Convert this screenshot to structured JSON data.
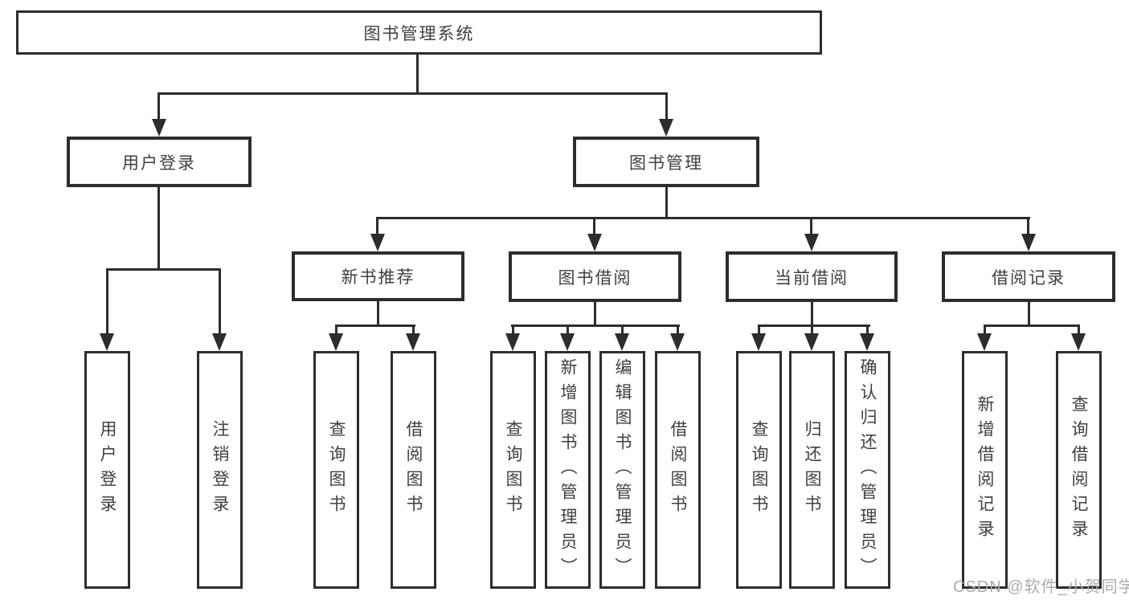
{
  "tree": {
    "label": "图书管理系统",
    "children": [
      {
        "label": "用户登录",
        "children": [
          {
            "label": "用户登录"
          },
          {
            "label": "注销登录"
          }
        ]
      },
      {
        "label": "图书管理",
        "children": [
          {
            "label": "新书推荐",
            "children": [
              {
                "label": "查询图书"
              },
              {
                "label": "借阅图书"
              }
            ]
          },
          {
            "label": "图书借阅",
            "children": [
              {
                "label": "查询图书"
              },
              {
                "label": "新增图书（管理员）"
              },
              {
                "label": "编辑图书（管理员）"
              },
              {
                "label": "借阅图书"
              }
            ]
          },
          {
            "label": "当前借阅",
            "children": [
              {
                "label": "查询图书"
              },
              {
                "label": "归还图书"
              },
              {
                "label": "确认归还（管理员）"
              }
            ]
          },
          {
            "label": "借阅记录",
            "children": [
              {
                "label": "新增借阅记录"
              },
              {
                "label": "查询借阅记录"
              }
            ]
          }
        ]
      }
    ]
  },
  "watermark": {
    "text": "CSDN @软件_小贺同学"
  },
  "colors": {
    "line": "#2d2d2d",
    "text": "#404040",
    "watermark": "#ababab",
    "background": "#ffffff"
  }
}
